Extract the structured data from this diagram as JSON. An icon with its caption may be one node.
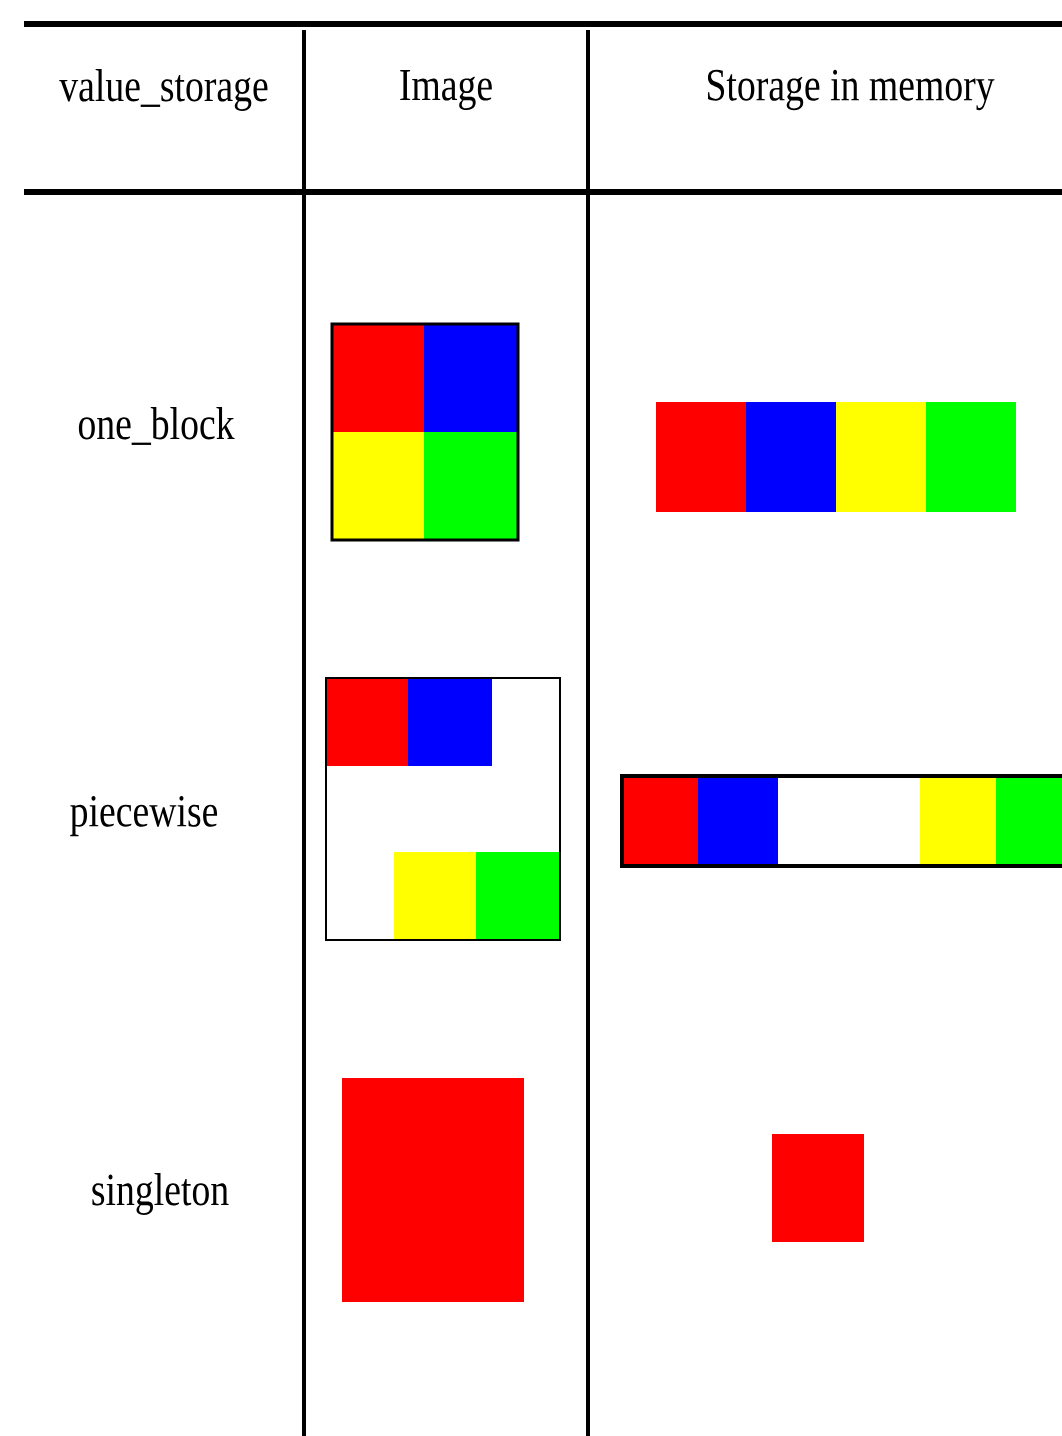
{
  "diagram": {
    "labels": [
      "value_storage",
      "Image",
      "Storage in memory",
      "one_block",
      "piecewise",
      "singleton"
    ]
  }
}
